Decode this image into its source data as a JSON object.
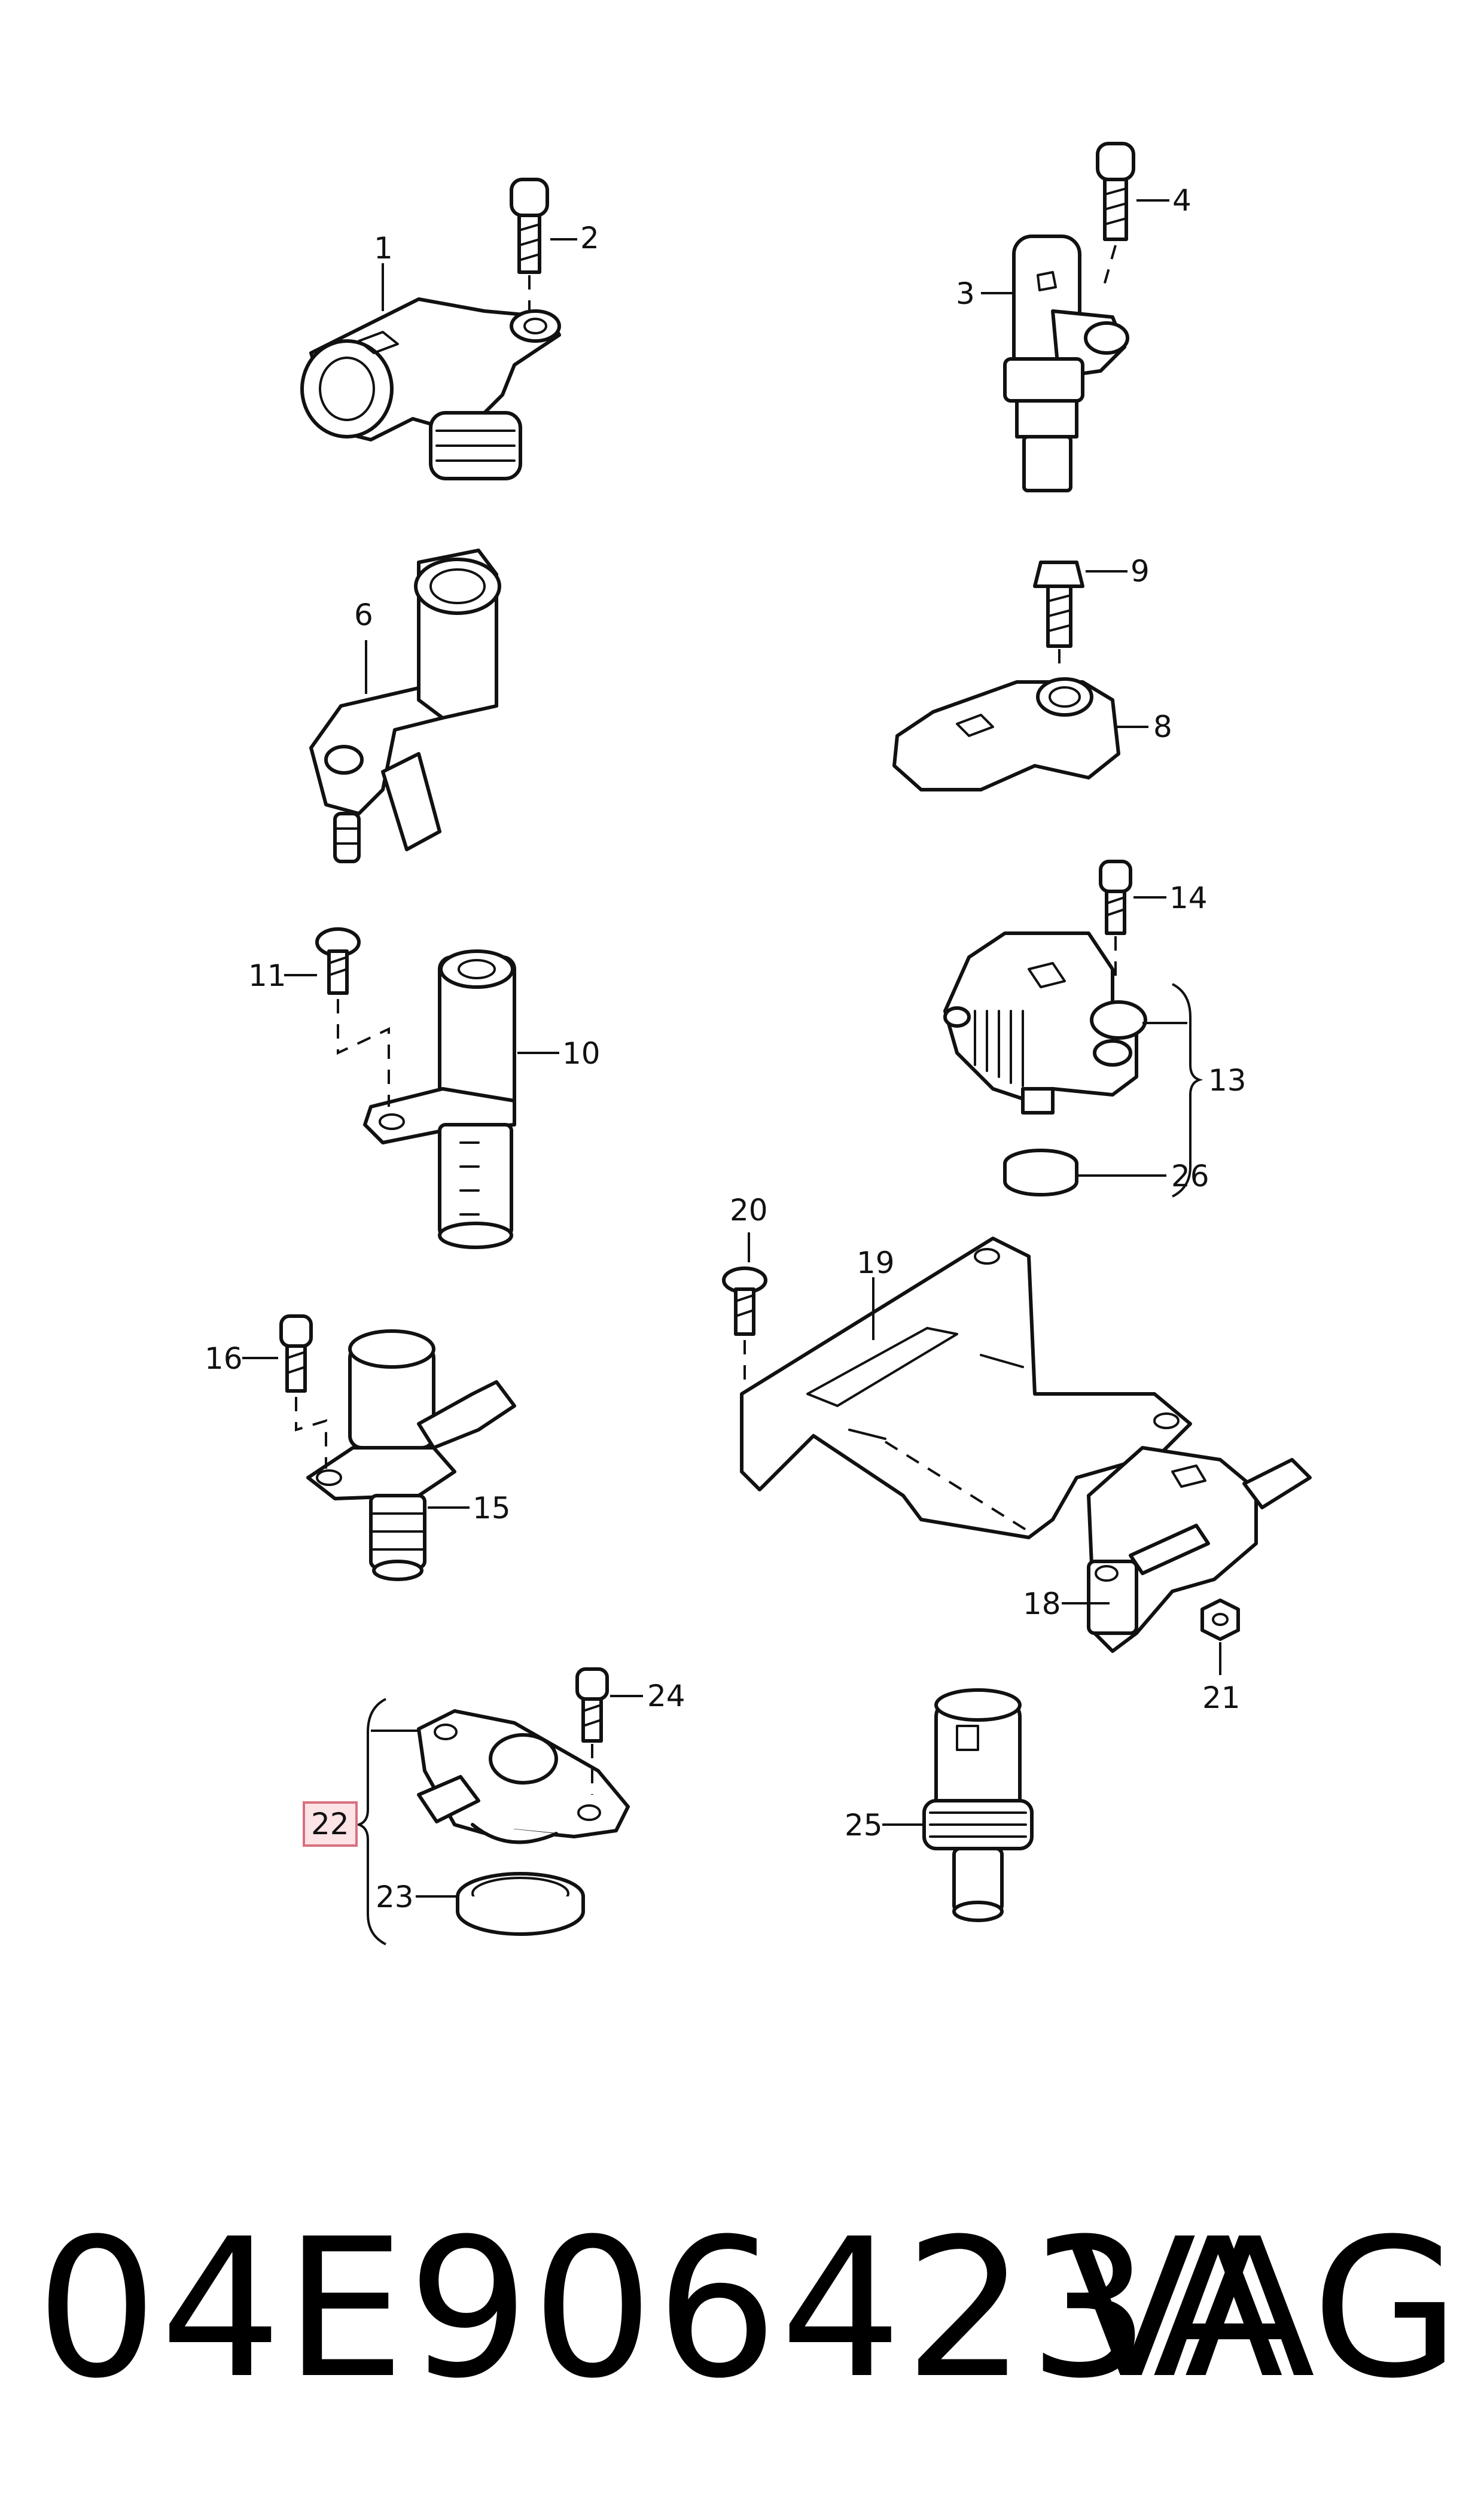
{
  "callouts": [
    "1",
    "2",
    "3",
    "4",
    "6",
    "8",
    "9",
    "10",
    "11",
    "13",
    "14",
    "15",
    "16",
    "18",
    "19",
    "20",
    "21",
    "22",
    "23",
    "24",
    "25",
    "26"
  ],
  "highlighted_callout": "22",
  "part_number": "04E906423A",
  "brand": "VAG",
  "colors": {
    "line": "#111111",
    "highlight_fill": "#fbe3e6",
    "highlight_stroke": "#d9707d"
  }
}
